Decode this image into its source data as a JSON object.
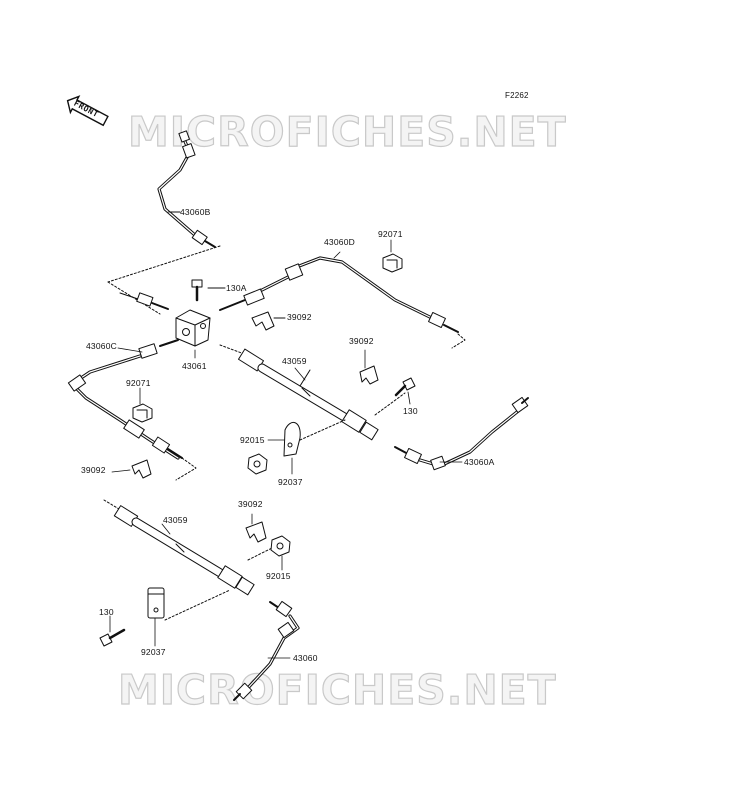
{
  "diagram": {
    "code": "F2262",
    "watermark": "MICROFICHES.NET",
    "front_label": "FRONT",
    "labels": {
      "p43060B": "43060B",
      "p43060D": "43060D",
      "p92071a": "92071",
      "p130A": "130A",
      "p39092a": "39092",
      "p43060C": "43060C",
      "p43061": "43061",
      "p39092b": "39092",
      "p43059a": "43059",
      "p92071b": "92071",
      "p130a": "130",
      "p92015a": "92015",
      "p92037a": "92037",
      "p43060A": "43060A",
      "p39092c": "39092",
      "p43059b": "43059",
      "p39092d": "39092",
      "p92015b": "92015",
      "p130b": "130",
      "p92037b": "92037",
      "p43060": "43060"
    }
  }
}
